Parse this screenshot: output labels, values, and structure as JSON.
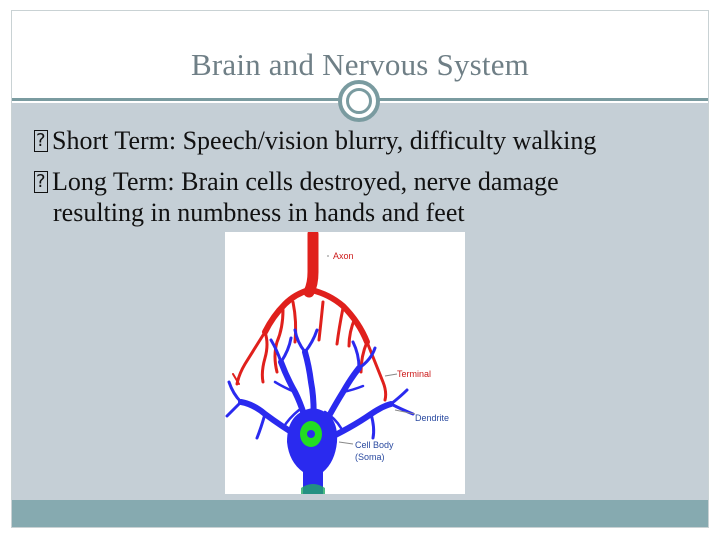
{
  "slide": {
    "title": "Brain and Nervous System",
    "bullets": [
      {
        "text": "Short Term:  Speech/vision blurry, difficulty walking"
      },
      {
        "text": "Long Term:  Brain cells destroyed, nerve damage",
        "continuation": "resulting in numbness in hands and feet"
      }
    ]
  },
  "figure": {
    "labels": {
      "axon": "Axon",
      "terminal": "Terminal",
      "dendrite": "Dendrite",
      "cell_body": "Cell Body",
      "soma": "(Soma)"
    },
    "colors": {
      "axon": "#e0201c",
      "neuron_body": "#2a2aef",
      "nucleus": "#22dd22",
      "label_red": "#cc1a1a",
      "label_blue": "#2a4aa0"
    }
  },
  "theme": {
    "accent": "#7a9ba0",
    "content_bg": "#c5cfd6",
    "footer": "#86aab0"
  }
}
